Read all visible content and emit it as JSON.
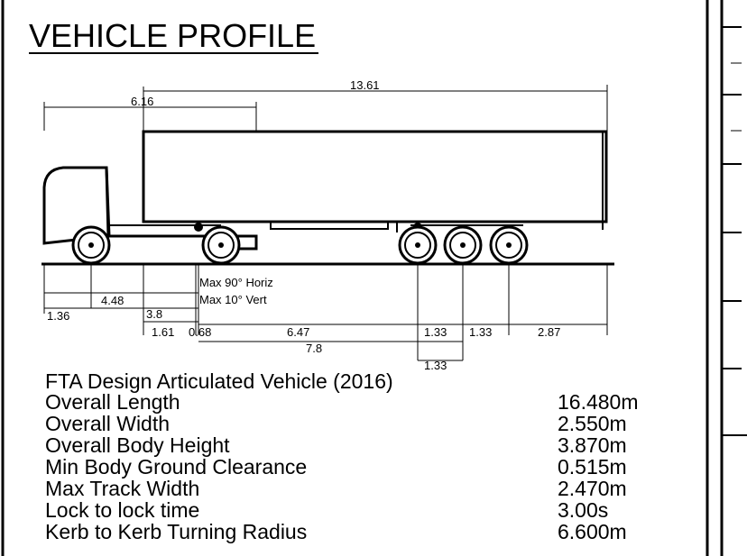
{
  "title": "VEHICLE PROFILE",
  "dimensions": {
    "overall_trailer": "13.61",
    "front_to_kingpin": "6.16",
    "front_overhang": "1.36",
    "wheelbase": "4.48",
    "dim_3_8": "3.8",
    "dim_1_61": "1.61",
    "dim_0_68": "0.68",
    "kingpin_to_axle": "6.47",
    "kingpin_to_group_centre": "7.8",
    "axle_spacing_1": "1.33",
    "axle_spacing_2": "1.33",
    "axle_spacing_3": "1.33",
    "rear_overhang": "2.87"
  },
  "articulation": {
    "horizontal": "Max 90° Horiz",
    "vertical": "Max 10° Vert"
  },
  "specs": {
    "name": "FTA Design Articulated Vehicle (2016)",
    "rows": [
      {
        "label": "Overall Length",
        "value": "16.480m"
      },
      {
        "label": "Overall Width",
        "value": "2.550m"
      },
      {
        "label": "Overall Body Height",
        "value": "3.870m"
      },
      {
        "label": "Min Body Ground Clearance",
        "value": "0.515m"
      },
      {
        "label": "Max Track Width",
        "value": "2.470m"
      },
      {
        "label": "Lock to lock time",
        "value": "3.00s"
      },
      {
        "label": "Kerb to Kerb Turning Radius",
        "value": "6.600m"
      }
    ]
  }
}
